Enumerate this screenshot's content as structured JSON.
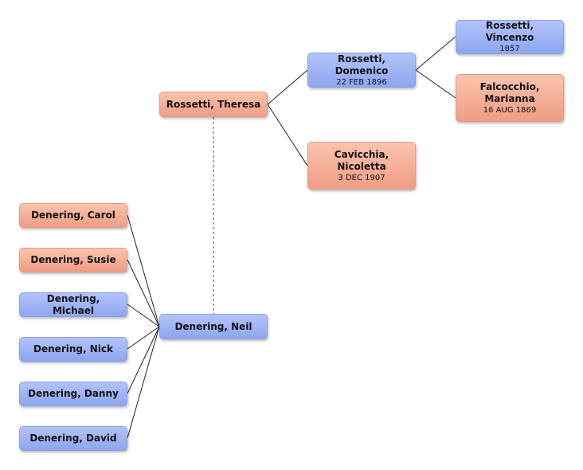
{
  "people": {
    "vincenzo": {
      "name": "Rossetti, Vincenzo",
      "date": "1857",
      "sex": "male"
    },
    "domenico": {
      "name": "Rossetti, Domenico",
      "date": "22 FEB 1896",
      "sex": "male"
    },
    "marianna": {
      "name": "Falcocchio, Marianna",
      "date": "16 AUG 1869",
      "sex": "female"
    },
    "theresa": {
      "name": "Rossetti, Theresa",
      "sex": "female"
    },
    "nicoletta": {
      "name": "Cavicchia, Nicoletta",
      "date": "3 DEC 1907",
      "sex": "female"
    },
    "neil": {
      "name": "Denering, Neil",
      "sex": "male"
    },
    "carol": {
      "name": "Denering, Carol",
      "sex": "female"
    },
    "susie": {
      "name": "Denering, Susie",
      "sex": "female"
    },
    "michael": {
      "name": "Denering, Michael",
      "sex": "male"
    },
    "nick": {
      "name": "Denering, Nick",
      "sex": "male"
    },
    "danny": {
      "name": "Denering, Danny",
      "sex": "male"
    },
    "david": {
      "name": "Denering, David",
      "sex": "male"
    }
  },
  "relations": {
    "parents": [
      {
        "child": "domenico",
        "parents": [
          "vincenzo",
          "marianna"
        ]
      },
      {
        "child": "theresa",
        "parents": [
          "domenico",
          "nicoletta"
        ]
      }
    ],
    "spouse": [
      "theresa",
      "neil"
    ],
    "children_of_neil": [
      "carol",
      "susie",
      "michael",
      "nick",
      "danny",
      "david"
    ]
  },
  "colors": {
    "male_fill": "#9fb4f6",
    "female_fill": "#f6b29a",
    "line": "#222222",
    "spouse_line": "#888888"
  }
}
